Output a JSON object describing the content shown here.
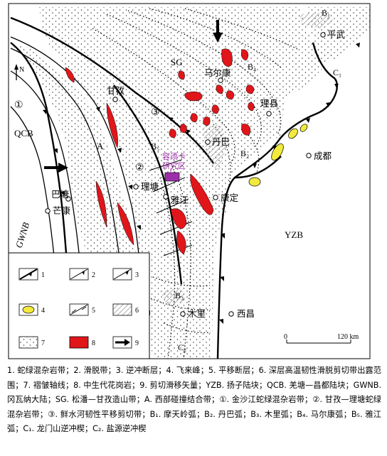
{
  "units": {
    "QCB": "QCB",
    "SG": "SG",
    "YZB": "YZB",
    "A": "A",
    "GWNB": "GWNB"
  },
  "sutures": {
    "s1": "①",
    "s2": "②",
    "s3": "③"
  },
  "arcs": {
    "B1": "B₁",
    "B2": "B₂",
    "B3": "B₃",
    "B4": "B₄",
    "B5": "B₅",
    "C1": "C₁",
    "C2": "C₂"
  },
  "cities": {
    "pingwu": "平武",
    "maerkang": "马尔康",
    "lixian": "理县",
    "danba": "丹巴",
    "chengdu": "成都",
    "ganzi": "甘孜",
    "litang": "理塘",
    "batang": "巴塘",
    "mangkang": "芒康",
    "yajiang": "雅江",
    "kangding": "康定",
    "muli": "木里",
    "xichang": "西昌"
  },
  "study_area": {
    "line1": "容须卡",
    "line2": "研究区"
  },
  "north": "N",
  "scale": {
    "zero": "0",
    "max": "120 km"
  },
  "legend": {
    "items": [
      {
        "num": "1",
        "symbol": "ophiolite-melange-line"
      },
      {
        "num": "2",
        "symbol": "detachment-line"
      },
      {
        "num": "3",
        "symbol": "thrust-fault-line"
      },
      {
        "num": "4",
        "symbol": "klippe-ellipse"
      },
      {
        "num": "5",
        "symbol": "strike-slip-fault-line"
      },
      {
        "num": "6",
        "symbol": "shear-zone-hatch"
      },
      {
        "num": "7",
        "symbol": "fold-axis-dots"
      },
      {
        "num": "8",
        "symbol": "granite-red-fill"
      },
      {
        "num": "9",
        "symbol": "shear-vector-arrow"
      }
    ]
  },
  "colors": {
    "granite": "#e0161b",
    "klippe": "#f2ea3c",
    "study_area": "#9b2fa8",
    "hatch": "#9c9c9c"
  },
  "caption": "1. 蛇绿混杂岩带；2. 滑脱带；3. 逆冲断层；4. 飞来峰；5. 平移断层；6. 深层高温韧性滑脱剪切带出露范围；7. 褶皱轴线；8. 中生代花岗岩；9. 剪切滑移矢量；YZB. 扬子陆块；QCB. 羌塘—昌都陆块；GWNB. 冈瓦纳大陆；SG. 松潘—甘孜造山带；A. 西部碰撞结合带；①. 金沙江蛇绿混杂岩带；②. 甘孜—理塘蛇绿混杂岩带；③. 鲜水河韧性平移剪切带；B₁. 摩天岭弧；B₂. 丹巴弧；B₃. 木里弧；B₄. 马尔康弧；B₅. 雅江弧；C₁. 龙门山逆冲楔；C₂. 盐源逆冲楔"
}
